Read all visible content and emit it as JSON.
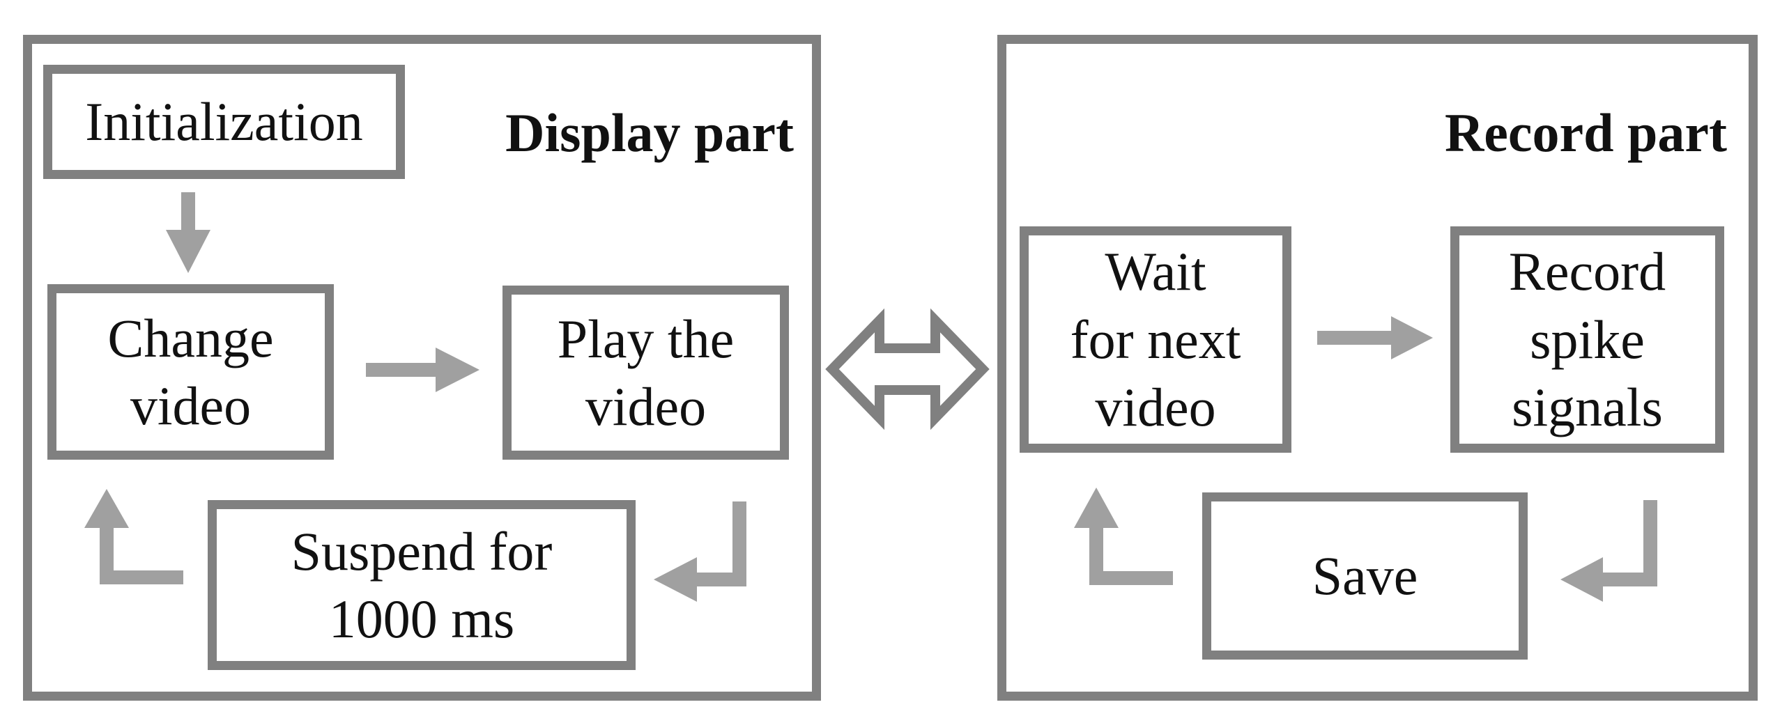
{
  "colors": {
    "border": "#808080",
    "arrow": "#a0a0a0",
    "exchange_arrow": "#808080",
    "text": "#111111",
    "background": "#ffffff"
  },
  "display_panel": {
    "title": "Display part",
    "boxes": {
      "initialization": "Initialization",
      "change_video": "Change\nvideo",
      "play_video": "Play the\nvideo",
      "suspend": "Suspend for\n1000 ms"
    },
    "arrows": [
      "down-arrow-icon",
      "right-arrow-icon",
      "return-left-arrow-icon",
      "turn-up-arrow-icon"
    ]
  },
  "record_panel": {
    "title": "Record part",
    "boxes": {
      "wait": "Wait\nfor next\nvideo",
      "record": "Record\nspike\nsignals",
      "save": "Save"
    },
    "arrows": [
      "right-arrow-icon",
      "return-left-arrow-icon",
      "turn-up-arrow-icon"
    ]
  },
  "connector": {
    "icon": "double-headed-arrow-icon"
  }
}
